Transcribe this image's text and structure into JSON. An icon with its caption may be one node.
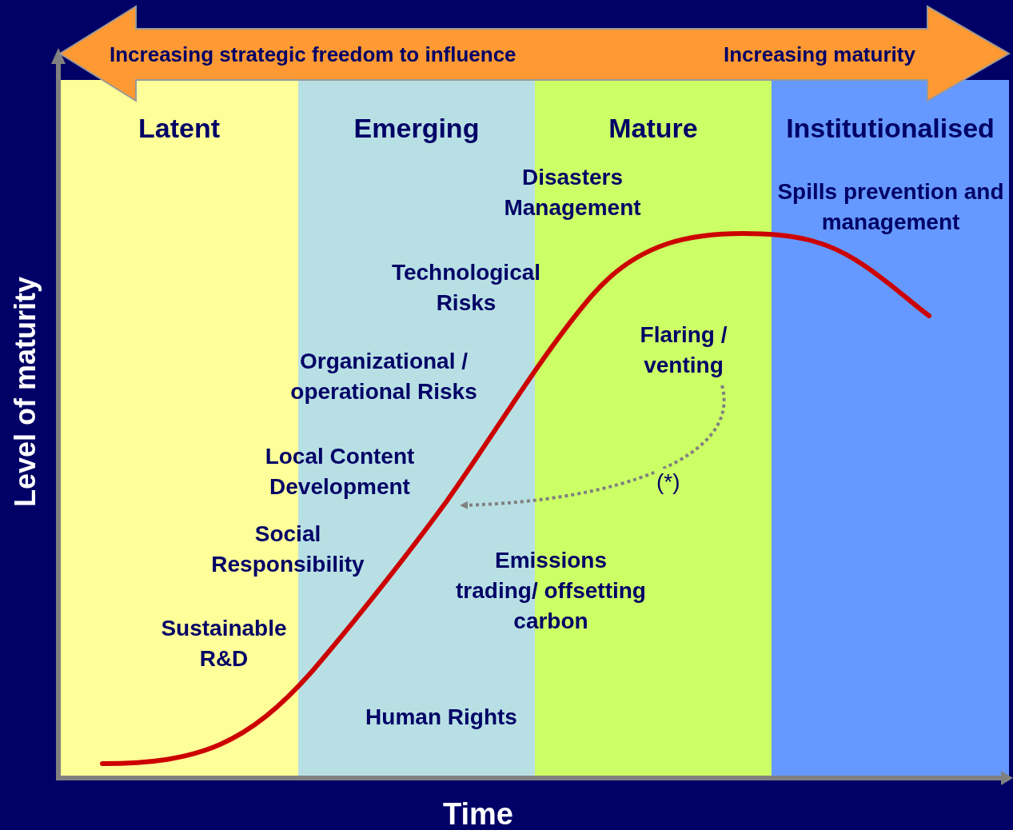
{
  "diagram": {
    "nodes": [
      {
        "text": [
          "Latent"
        ]
      },
      {
        "text": [
          "Emerging"
        ]
      },
      {
        "text": [
          "Mature"
        ]
      },
      {
        "text": [
          "Institutionalised"
        ]
      },
      {
        "text": [
          "Flaring / venting"
        ],
        "in": 2
      }
    ],
    "edges": [
      {
        "from": 4,
        "to": 1,
        "arrow": "to",
        "label": "(*)",
        "style": "dashed",
        "color": "#808080"
      }
    ],
    "labels": [
      "Increasing strategic freedom to influence",
      "Increasing maturity",
      "Disasters Management",
      "Spills prevention and management",
      "Technological Risks",
      "Organizational / operational Risks",
      "Local Content Development",
      "Social Responsibility",
      "Emissions trading/ offsetting carbon",
      "Sustainable R&D",
      "Human Rights",
      "Level of maturity",
      "Time"
    ]
  }
}
